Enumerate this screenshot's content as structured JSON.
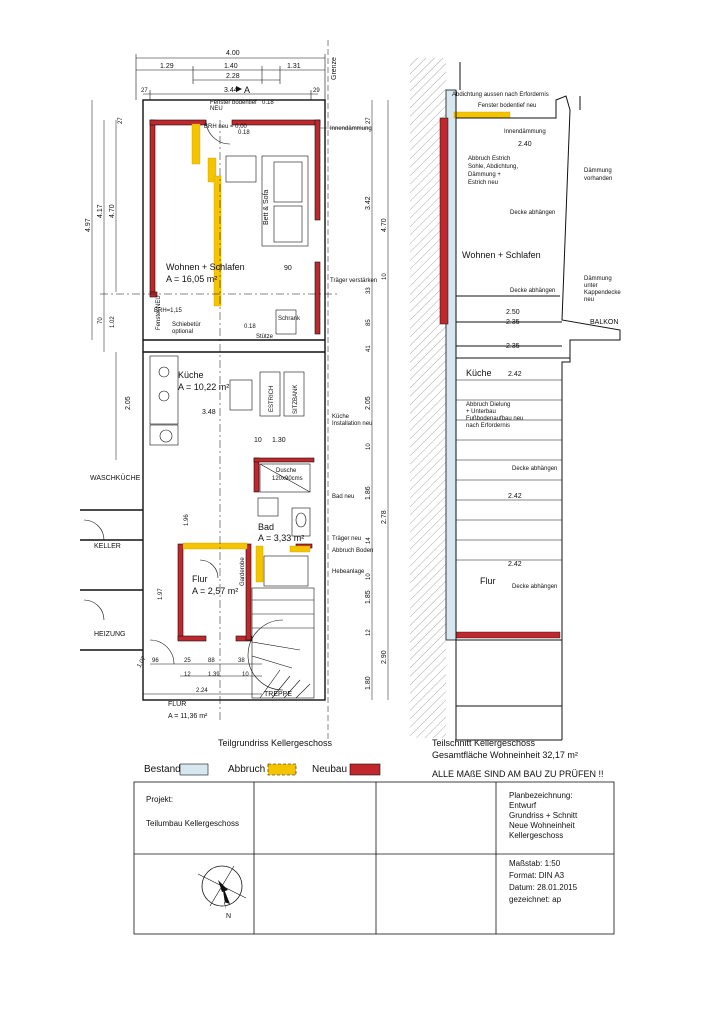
{
  "plan": {
    "dims_top": {
      "total": "4.00",
      "a": "1.29",
      "b": "1.40",
      "c": "1.31",
      "d": "2.28",
      "wall_l": "27",
      "wall_r": "29",
      "e": "3.44",
      "marker": "A"
    },
    "grenze": "Grenze",
    "window_label": "Fenster bodentief",
    "window_sub": "NEU",
    "window_dim": "0.18",
    "brh_top": "BRH neu = 0,00",
    "brh_top_dim": "0.18",
    "innendaemmung": "Innendämmung",
    "bett_sofa": "Bett & Sofa",
    "room_wohnen": "Wohnen + Schlafen",
    "room_wohnen_area": "A = 16,05 m²",
    "dim_90": "90",
    "traeger_verstaerken": "Träger verstärken",
    "brh_115": "BRH=1,15",
    "fenster_neu": "Fenster NEU",
    "schrank": "Schrank",
    "schiebetuer": "Schiebetür",
    "schiebetuer_sub": "optional",
    "dim_018b": "0.18",
    "stuetze": "Stütze",
    "room_kueche": "Küche",
    "room_kueche_area": "A = 10,22 m²",
    "estrich": "ESTRICH",
    "sitzbank": "SITZBANK",
    "dim_348": "3.48",
    "kueche_install": "Küche",
    "kueche_install_sub": "Installation neu",
    "dim_10": "10",
    "dim_130": "1.30",
    "dusche": "Dusche",
    "dusche_sub": "120x90cms",
    "bad_neu": "Bad neu",
    "room_bad": "Bad",
    "room_bad_area": "A = 3,33 m²",
    "traeger_neu": "Träger neu",
    "abbruch_boden": "Abbruch Boden",
    "hebeanlage": "Hebeanlage",
    "garderobe": "Garderobe",
    "room_flur": "Flur",
    "room_flur_area": "A = 2,57 m²",
    "waschkueche": "WASCHKÜCHE",
    "keller": "KELLER",
    "heizung": "HEIZUNG",
    "flur2": "FLUR",
    "flur2_area": "A = 11,36 m²",
    "treppe": "TREPPE",
    "dims_bottom": {
      "a": "96",
      "b": "25",
      "c": "88",
      "d": "38",
      "e": "12",
      "f": "1.39",
      "g": "10",
      "h": "2.24",
      "i": "1.07",
      "j": "1.97",
      "k": "1.96"
    },
    "dims_left": {
      "total": "4.97",
      "a": "4.17",
      "b": "4.70",
      "c": "70",
      "d": "1.02",
      "e": "2.05",
      "f": "27"
    },
    "dims_right": {
      "a": "3.42",
      "b": "4.70",
      "c": "33",
      "d": "10",
      "e": "85",
      "f": "41",
      "g": "2.05",
      "h": "10",
      "i": "1.86",
      "j": "14",
      "k": "2.78",
      "l": "10",
      "m": "1.85",
      "n": "12",
      "o": "2.90",
      "p": "1.80",
      "q": "27"
    },
    "caption": "Teilgrundriss Kellergeschoss"
  },
  "section": {
    "abdichtung": "Abdichtung aussen nach Erfordernis",
    "fenster": "Fenster bodentief neu",
    "innendaemmung": "Innendämmung",
    "dim_240": "2.40",
    "abbruch_estrich": [
      "Abbruch Estrich",
      "Sohle, Abdichtung,",
      "Dämmung +",
      "Estrich neu"
    ],
    "daemmung_vorhanden": [
      "Dämmung",
      "vorhanden"
    ],
    "decke_abhaengen": "Decke abhängen",
    "room_wohnen": "Wohnen + Schlafen",
    "daemmung_kappendecke": [
      "Dämmung",
      "unter",
      "Kappendecke",
      "neu"
    ],
    "dim_250": "2.50",
    "dim_235a": "2.35",
    "balkon": "BALKON",
    "dim_235b": "2.35",
    "room_kueche": "Küche",
    "dim_242a": "2.42",
    "abbruch_dielung": [
      "Abbruch Dielung",
      "+ Unterbau",
      "Fußbodenaufbau neu",
      "nach Erfordernis"
    ],
    "dim_242b": "2.42",
    "dim_242c": "2.42",
    "room_flur": "Flur",
    "caption": "Teilschnitt Kellergeschoss",
    "gesamt": "Gesamtfläche Wohneinheit 32,17 m²",
    "pruefen": "ALLE MAßE SIND AM BAU ZU PRÜFEN !!"
  },
  "legend": {
    "bestand": "Bestand",
    "abbruch": "Abbruch",
    "neubau": "Neubau",
    "bestand_color": "#d7e7f0",
    "abbruch_color": "#f5c400",
    "neubau_color": "#c0282d"
  },
  "titleblock": {
    "projekt_label": "Projekt:",
    "projekt": "Teilumbau Kellergeschoss",
    "planbez_label": "Planbezeichnung:",
    "planbez": [
      "Entwurf",
      "Grundriss + Schnitt",
      "Neue Wohneinheit",
      "Kellergeschoss"
    ],
    "massstab": "Maßstab: 1:50",
    "format": "Format: DIN A3",
    "datum": "Datum: 28.01.2015",
    "gezeichnet": "gezeichnet: ap",
    "north": "N"
  }
}
